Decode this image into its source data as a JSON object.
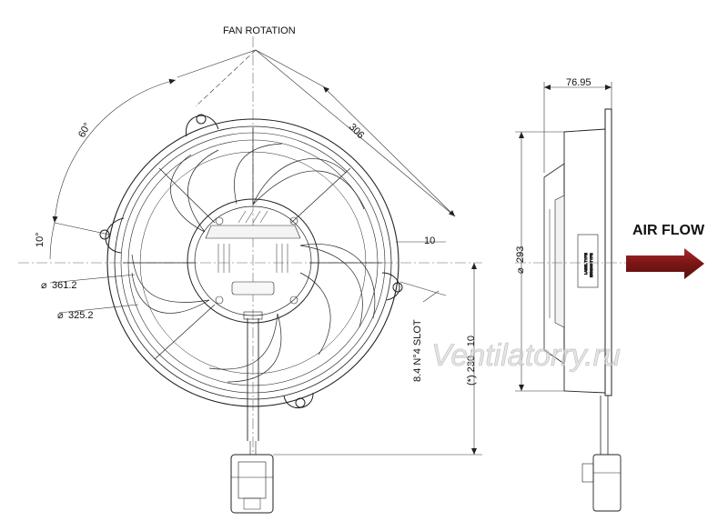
{
  "labels": {
    "fan_rotation": "FAN ROTATION",
    "air_flow": "AIR FLOW",
    "slot": "8.4 N°4 SLOT",
    "watermark": "Ventilatorry.ru"
  },
  "dimensions": {
    "angle_60": "60°",
    "angle_10": "10°",
    "dim_306": "306",
    "dim_10": "10",
    "dia_361": "361.2",
    "dia_325": "325.2",
    "dim_230": "(*) 230 - 10",
    "dim_293": "293",
    "dim_7695": "76.95"
  },
  "colors": {
    "line": "#222222",
    "center_line": "#555555",
    "arrow": "#8b1a1a"
  }
}
